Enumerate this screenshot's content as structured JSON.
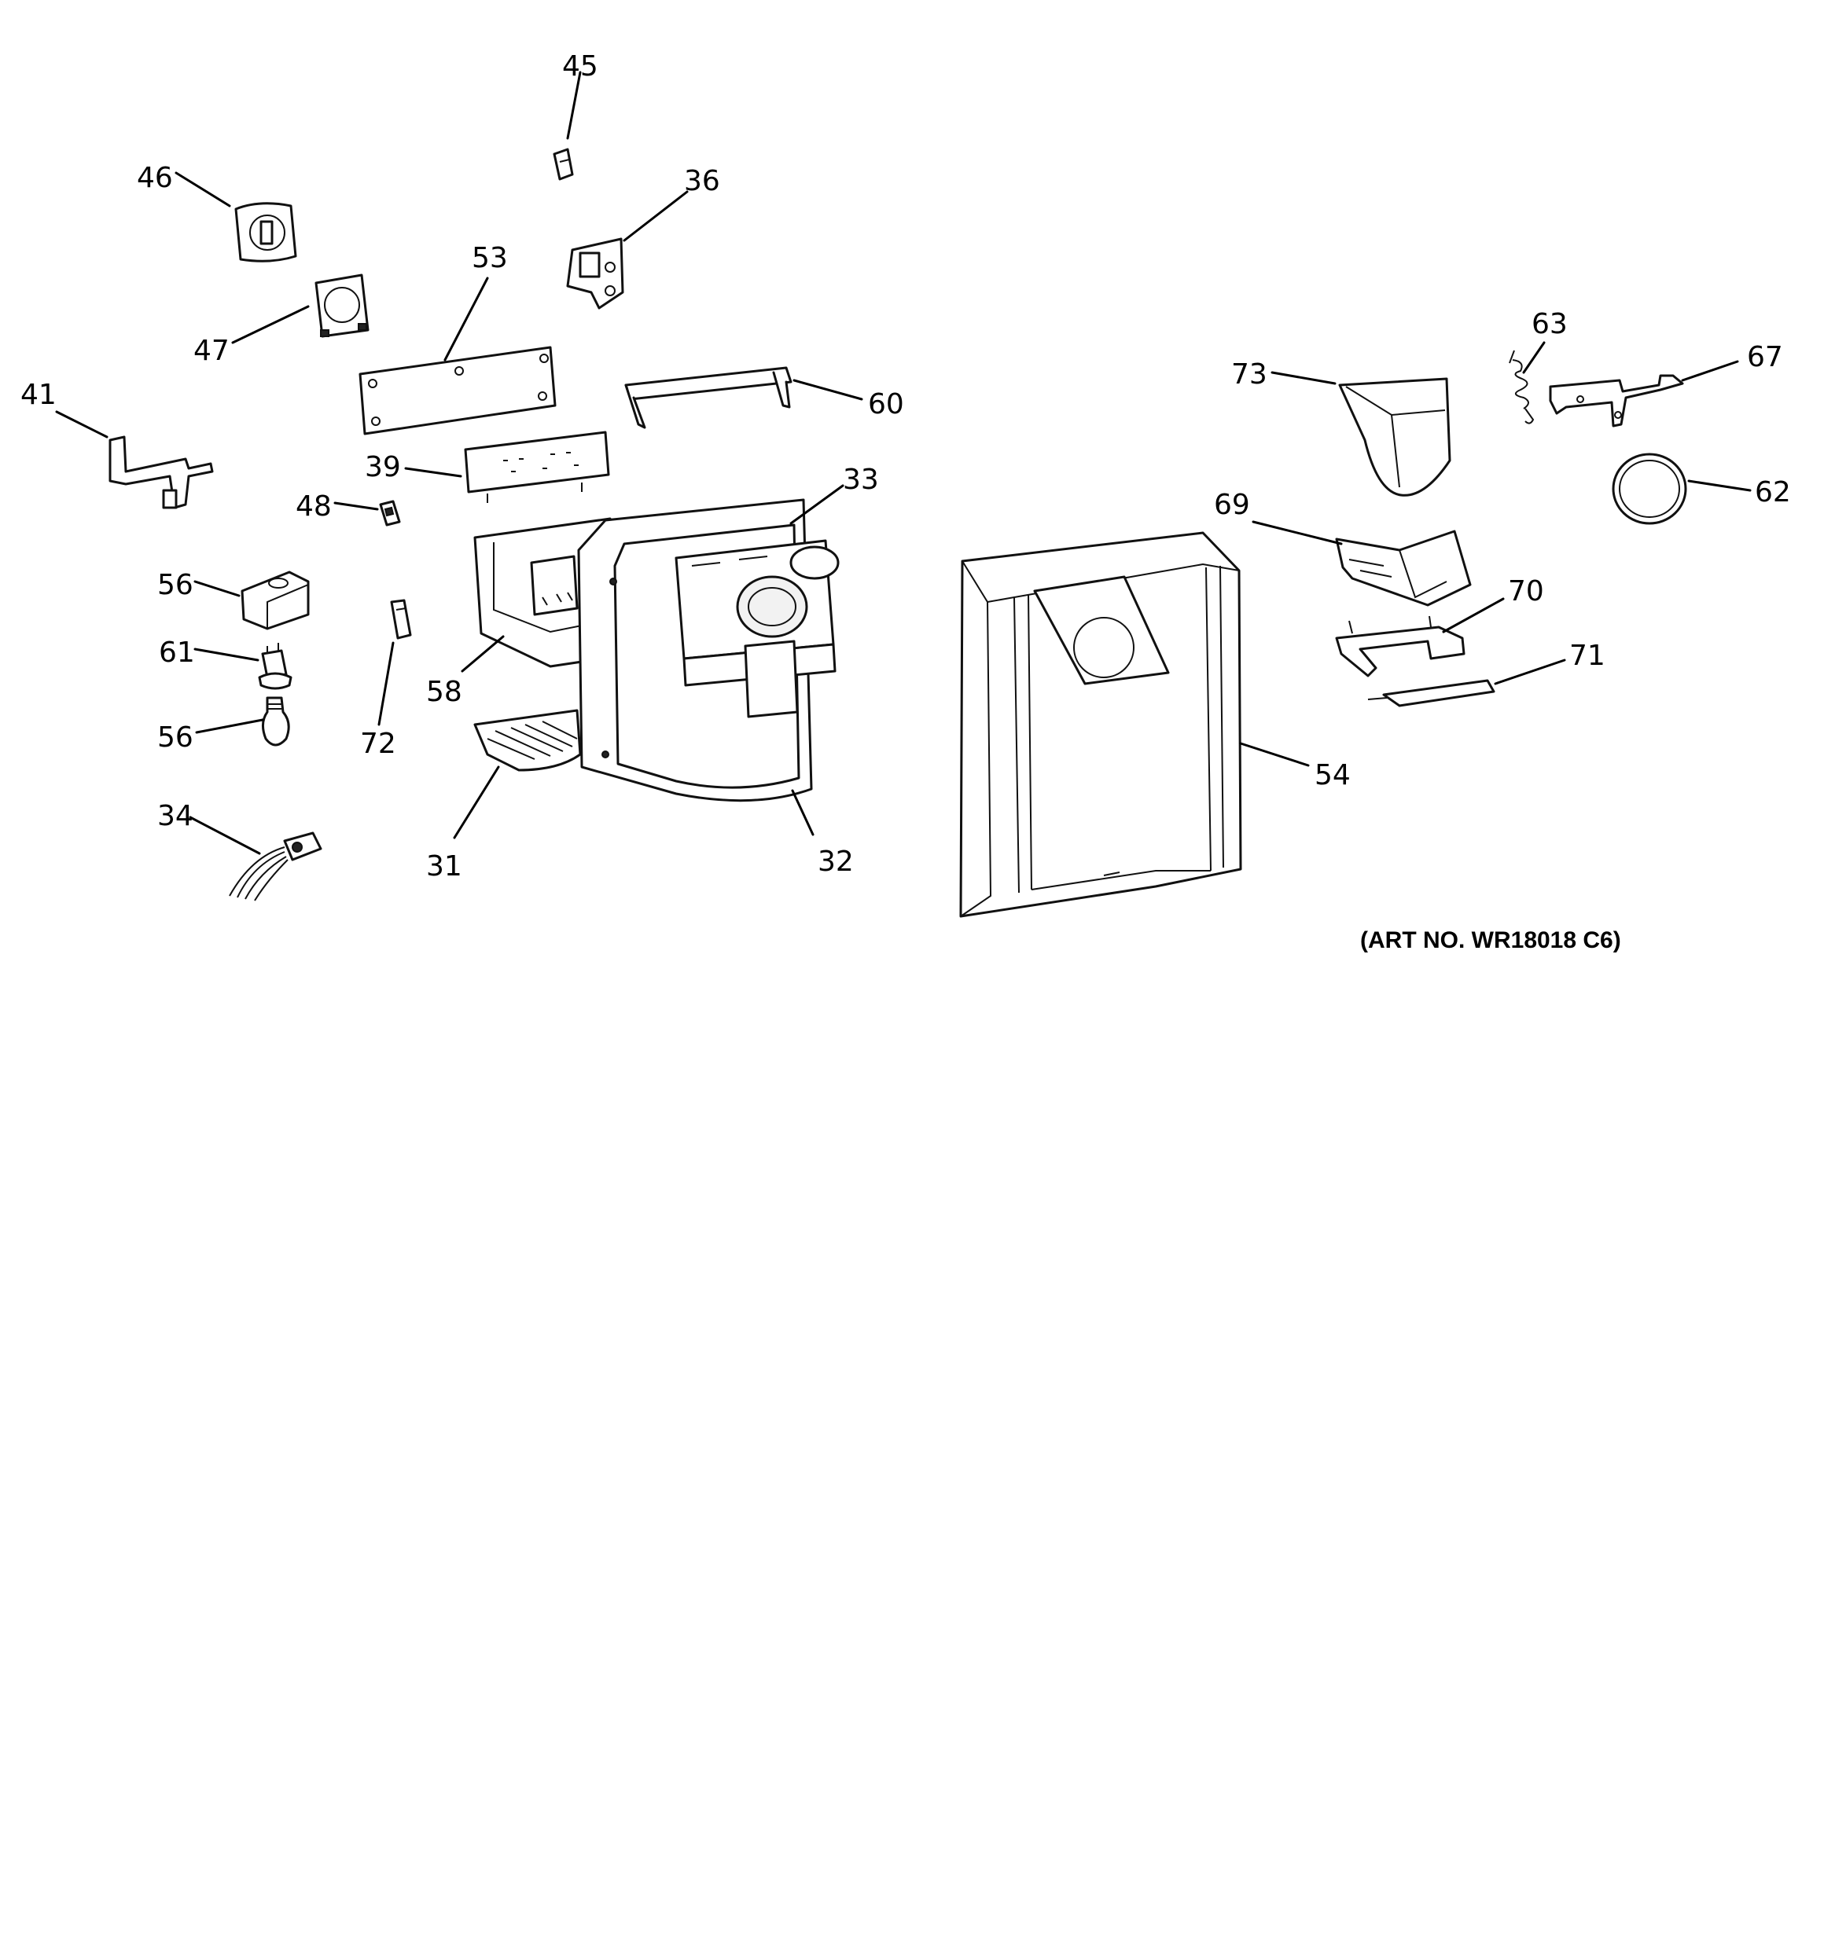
{
  "diagram": {
    "art_number": "(ART NO. WR18018 C6)",
    "callouts": [
      "45",
      "46",
      "36",
      "53",
      "47",
      "41",
      "60",
      "39",
      "33",
      "48",
      "56",
      "61",
      "56",
      "72",
      "58",
      "31",
      "32",
      "34",
      "73",
      "63",
      "67",
      "62",
      "69",
      "70",
      "71",
      "54"
    ]
  }
}
